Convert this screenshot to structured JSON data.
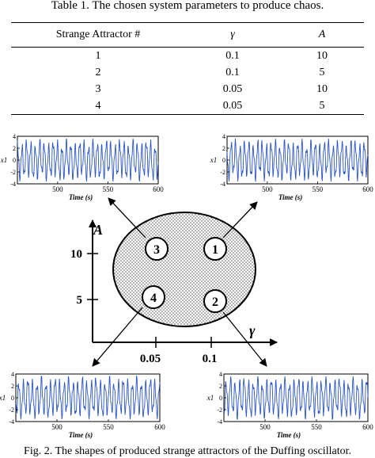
{
  "table": {
    "caption": "Table 1.  The chosen system parameters to produce chaos.",
    "headers": [
      "Strange Attractor #",
      "γ",
      "A"
    ],
    "rows": [
      [
        "1",
        "0.1",
        "10"
      ],
      [
        "2",
        "0.1",
        "5"
      ],
      [
        "3",
        "0.05",
        "10"
      ],
      [
        "4",
        "0.05",
        "5"
      ]
    ]
  },
  "figure": {
    "axis_y_label": "A",
    "axis_x_label": "γ",
    "y_ticks": [
      "10",
      "5"
    ],
    "x_ticks": [
      "0.05",
      "0.1"
    ],
    "attractors": [
      "1",
      "2",
      "3",
      "4"
    ],
    "caption": "Fig. 2. The shapes of produced strange attractors of the Duffing oscillator."
  },
  "chart_data": [
    {
      "type": "line",
      "name_panel": "attractor-3",
      "xlabel": "Time (s)",
      "ylabel": "x1",
      "xlim": [
        460,
        600
      ],
      "ylim": [
        -4,
        4
      ],
      "x_ticks": [
        500,
        550,
        600
      ],
      "y_ticks": [
        4,
        2,
        0,
        -2,
        -4
      ]
    },
    {
      "type": "line",
      "name_panel": "attractor-1",
      "xlabel": "Time (s)",
      "ylabel": "x1",
      "xlim": [
        460,
        600
      ],
      "ylim": [
        -4,
        4
      ],
      "x_ticks": [
        500,
        550,
        600
      ],
      "y_ticks": [
        4,
        2,
        0,
        -2,
        -4
      ]
    },
    {
      "type": "line",
      "name_panel": "attractor-4",
      "xlabel": "Time (s)",
      "ylabel": "x1",
      "xlim": [
        460,
        600
      ],
      "ylim": [
        -4,
        4
      ],
      "x_ticks": [
        500,
        550,
        600
      ],
      "y_ticks": [
        4,
        2,
        0,
        -2,
        -4
      ]
    },
    {
      "type": "line",
      "name_panel": "attractor-2",
      "xlabel": "Time (s)",
      "ylabel": "x1",
      "xlim": [
        460,
        600
      ],
      "ylim": [
        -4,
        4
      ],
      "x_ticks": [
        500,
        550,
        600
      ],
      "y_ticks": [
        4,
        2,
        0,
        -2,
        -4
      ]
    }
  ]
}
